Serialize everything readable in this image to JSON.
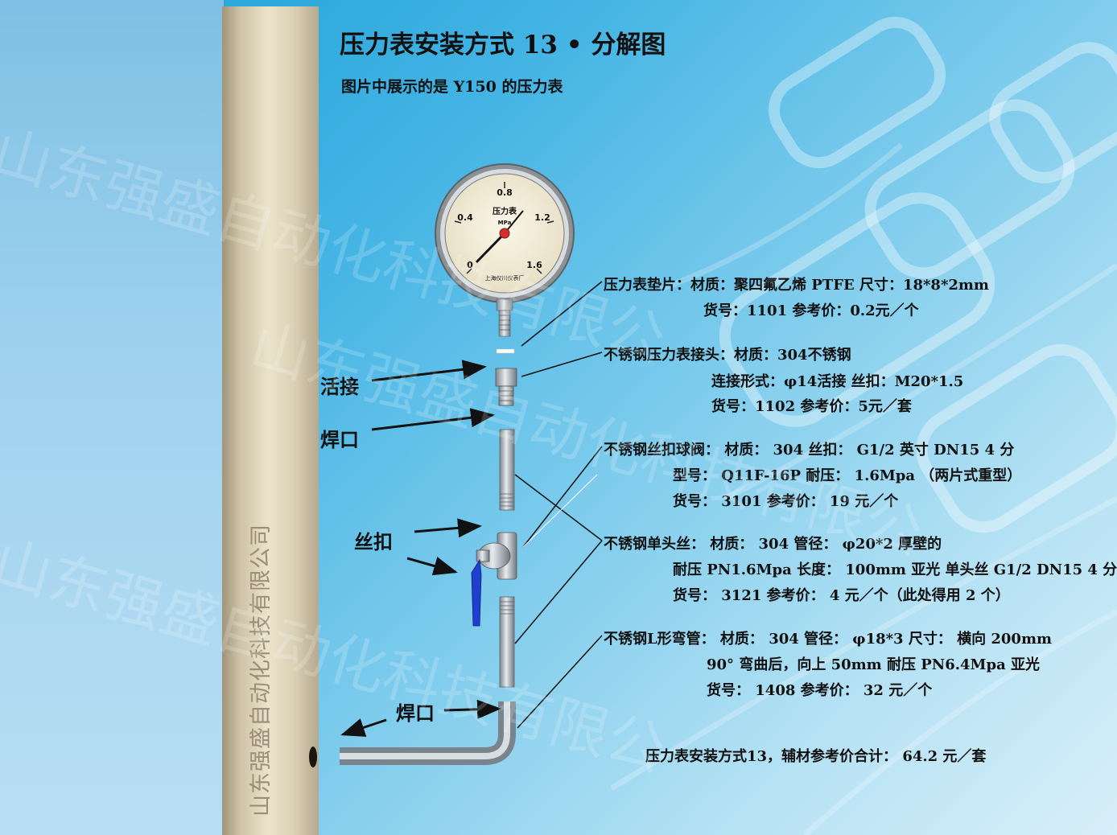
{
  "header": {
    "title": "压力表安装方式 13 •  分解图",
    "subtitle": "图片中展示的是 Y150 的压力表"
  },
  "gauge": {
    "tick_labels": [
      "0",
      "0.4",
      "0.8",
      "1.2",
      "1.6"
    ],
    "name": "压力表",
    "unit": "MPa",
    "maker": "上海仪川仪表厂"
  },
  "watermark": {
    "company": "山东强盛自动化科技有限公司",
    "partial": "山东强盛自动化科技有限公"
  },
  "labels": {
    "union": "活接",
    "weld_top": "焊口",
    "thread": "丝扣",
    "weld_bottom": "焊口"
  },
  "parts": [
    {
      "name": "压力表垫片",
      "lines": [
        "压力表垫片：材质：聚四氟乙烯  PTFE  尺寸：18*8*2mm",
        "货号：1101   参考价：0.2元／个"
      ]
    },
    {
      "name": "不锈钢压力表接头",
      "lines": [
        "不锈钢压力表接头：材质：304不锈钢",
        "连接形式：φ14活接  丝扣：M20*1.5",
        "货号：1102  参考价：5元／套"
      ]
    },
    {
      "name": "不锈钢丝扣球阀",
      "lines": [
        "不锈钢丝扣球阀： 材质： 304  丝扣： G1/2 英寸  DN15  4 分",
        "型号： Q11F-16P  耐压： 1.6Mpa  （两片式重型）",
        "货号： 3101    参考价： 19 元／个"
      ]
    },
    {
      "name": "不锈钢单头丝",
      "lines": [
        "不锈钢单头丝： 材质： 304  管径： φ20*2  厚壁的",
        "耐压 PN1.6Mpa  长度： 100mm  亚光  单头丝 G1/2  DN15  4 分",
        "货号： 3121   参考价： 4 元／个（此处得用 2 个）"
      ]
    },
    {
      "name": "不锈钢L形弯管",
      "lines": [
        "不锈钢L形弯管： 材质： 304  管径： φ18*3   尺寸： 横向 200mm",
        "90° 弯曲后，向上 50mm  耐压 PN6.4Mpa   亚光",
        "货号： 1408    参考价： 32 元／个"
      ]
    }
  ],
  "total": "压力表安装方式13，辅材参考价合计： 64.2 元／套",
  "colors": {
    "background": "#4ab5e4",
    "pillar": "#e3d9c0",
    "valve_handle": "#1f3fd0",
    "steel": "#a7b3bc"
  }
}
